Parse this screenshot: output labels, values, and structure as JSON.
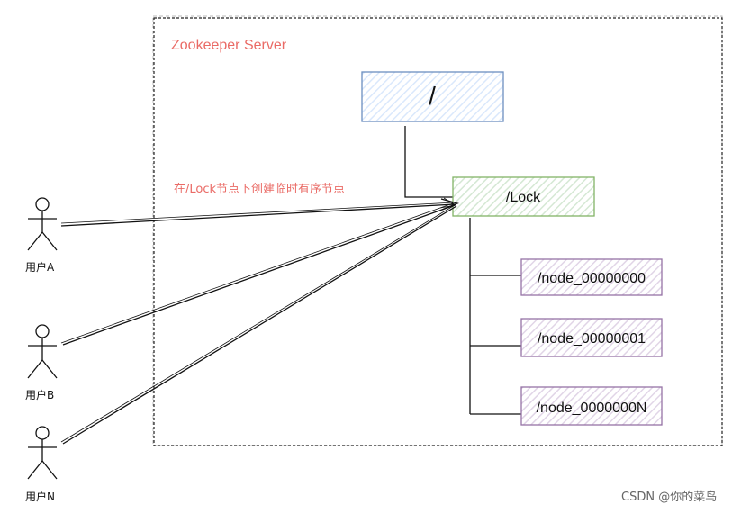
{
  "server": {
    "title": "Zookeeper Server",
    "title_color": "#ea6b66"
  },
  "annotation": {
    "text": "在/Lock节点下创建临时有序节点",
    "color": "#ea6b66"
  },
  "nodes": {
    "root": {
      "label": "/",
      "fill": "#dae8fc",
      "stroke": "#6c8ebf"
    },
    "lock": {
      "label": "/Lock",
      "fill": "#d5e8d4",
      "stroke": "#82b366"
    },
    "children": [
      {
        "label": "/node_00000000"
      },
      {
        "label": "/node_00000001"
      },
      {
        "label": "/node_0000000N"
      }
    ],
    "child_fill": "#e1d5e7",
    "child_stroke": "#9673a6"
  },
  "actors": [
    {
      "label": "用户A"
    },
    {
      "label": "用户B"
    },
    {
      "label": "用户N"
    }
  ],
  "watermark": "CSDN @你的菜鸟"
}
